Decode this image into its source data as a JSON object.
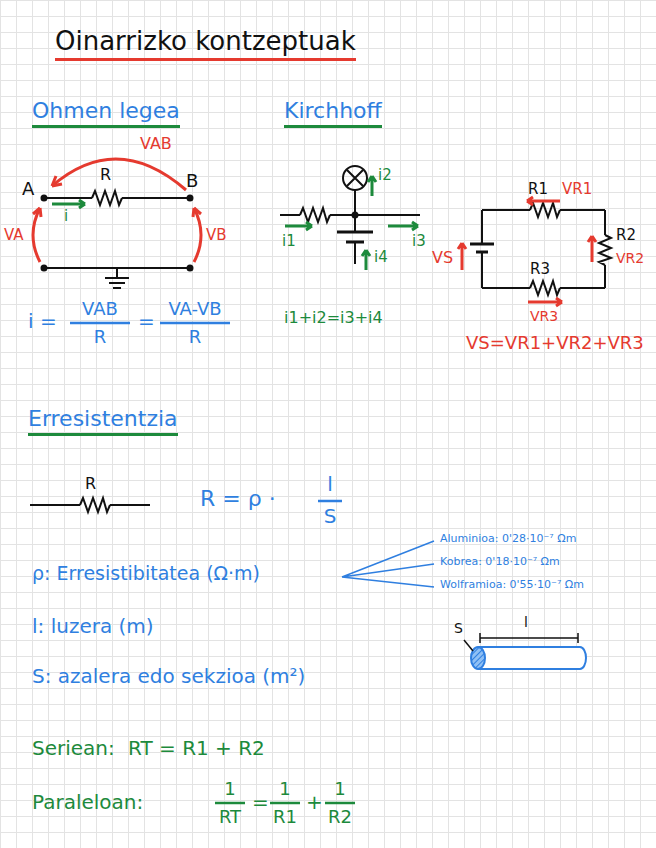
{
  "diagram": {
    "title": "Oinarrizko kontzeptuak",
    "labels": [
      "Ohmen legea",
      "Kirchhoff",
      "A",
      "R",
      "B",
      "VAB",
      "VA",
      "VB",
      "i",
      "i =",
      "VAB",
      "R",
      "=",
      "VA-VB",
      "R",
      "i2",
      "i3",
      "i1",
      "i4",
      "i1+i2=i3+i4",
      "R1",
      "VR1",
      "VS",
      "R3",
      "R2",
      "VR2",
      "VR3",
      "VS=VR1+VR2+VR3",
      "Erresistentzia",
      "R",
      "R = ρ ·",
      "l",
      "S",
      "ρ: Erresistibitatea (Ω·m)",
      "Aluminioa: 0'28·10⁻⁷ Ωm",
      "Kobrea: 0'18·10⁻⁷ Ωm",
      "Wolframioa: 0'55·10⁻⁷ Ωm",
      "l: luzera (m)",
      "S",
      "l",
      "S: azalera edo sekzioa (m²)",
      "Seriean:",
      "RT = R1 + R2",
      "Paraleloan:",
      "1",
      "RT",
      "=",
      "1",
      "R1",
      "+",
      "1",
      "R2"
    ]
  }
}
